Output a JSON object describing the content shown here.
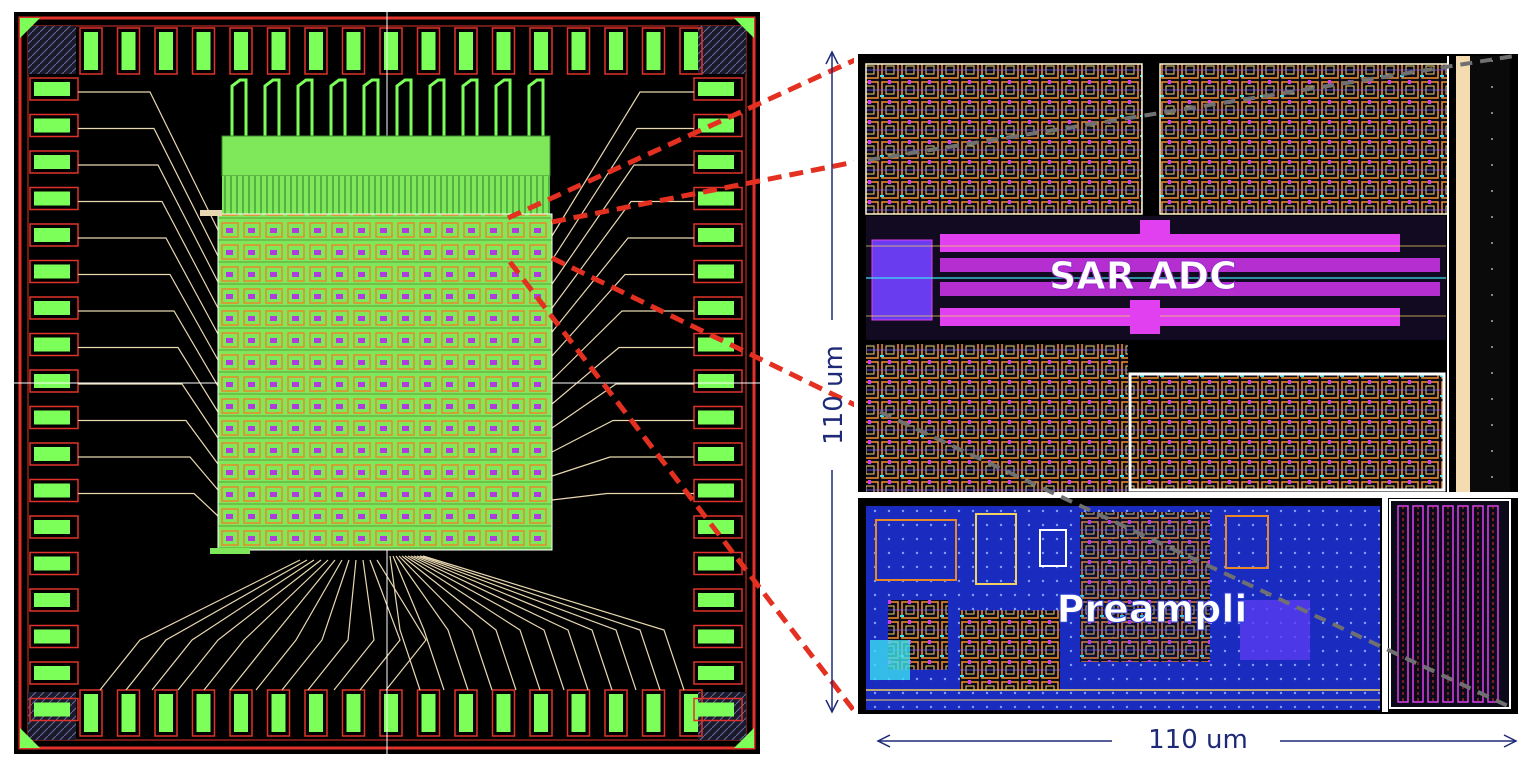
{
  "labels": {
    "sar_adc": "SAR ADC",
    "preampli": "Preampli",
    "dim_vertical": "110 um",
    "dim_horizontal": "110 um"
  },
  "colors": {
    "die_bg": "#000000",
    "pad_green": "#7dff5a",
    "pad_frame": "#e0322a",
    "routing": "#e8d8b0",
    "matrix_green": "#8cf05a",
    "cell_orange": "#e8882a",
    "cell_magenta": "#d23cf0",
    "preamp_blue": "#2a3cd2",
    "callout_red": "#e43020",
    "dimension_navy": "#1e2a78",
    "sar_magenta": "#e040f0",
    "cap_beige": "#f5dcb0"
  },
  "icons": [
    "left-chip-layout",
    "zoom-callout",
    "right-pixel-layout"
  ]
}
